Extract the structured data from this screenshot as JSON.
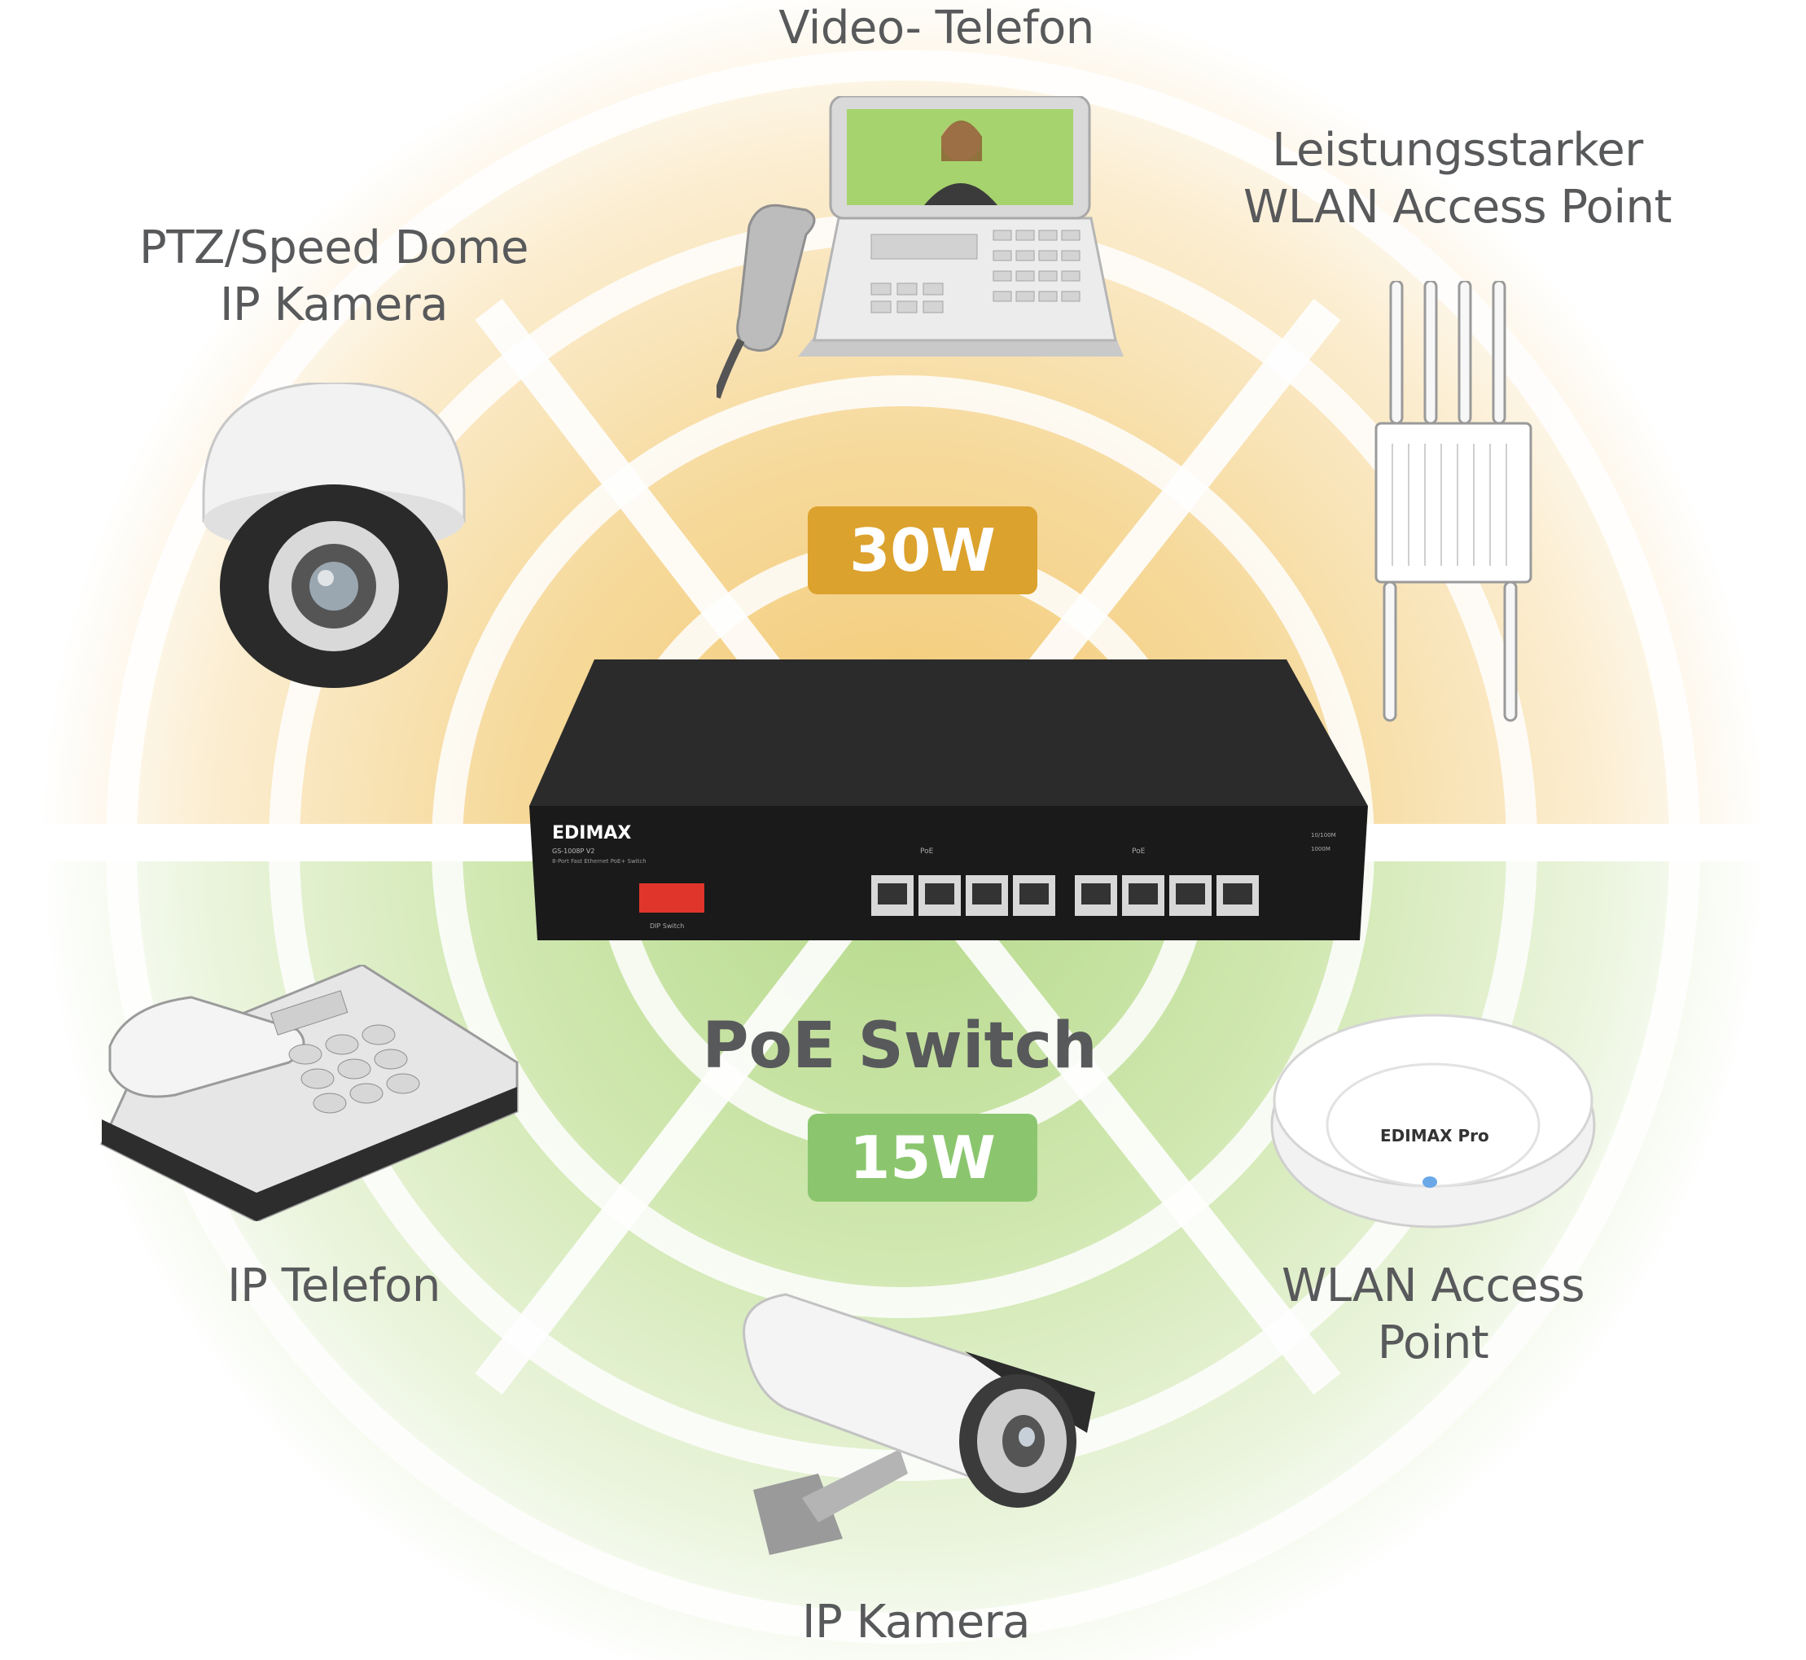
{
  "title": "PoE Switch",
  "power_high": {
    "label": "30W",
    "color": "#dca22e"
  },
  "power_low": {
    "label": "15W",
    "color": "#8bc66e"
  },
  "devices_30w": [
    {
      "name": "video-phone",
      "line1": "Video- Telefon",
      "line2": "",
      "icon": "video-phone-icon"
    },
    {
      "name": "ptz-camera",
      "line1": "PTZ/Speed Dome",
      "line2": "IP Kamera",
      "icon": "dome-camera-icon"
    },
    {
      "name": "high-power-ap",
      "line1": "Leistungsstarker",
      "line2": "WLAN Access Point",
      "icon": "outdoor-access-point-icon"
    }
  ],
  "devices_15w": [
    {
      "name": "ip-phone",
      "line1": "IP Telefon",
      "line2": "",
      "icon": "desk-phone-icon"
    },
    {
      "name": "wlan-ap",
      "line1": "WLAN Access",
      "line2": "Point",
      "icon": "ceiling-access-point-icon"
    },
    {
      "name": "ip-camera",
      "line1": "IP Kamera",
      "line2": "",
      "icon": "bullet-camera-icon"
    }
  ],
  "switch": {
    "brand": "EDIMAX",
    "model": "GS-1008P V2",
    "subtitle": "8-Port Fast Ethernet PoE+ Switch",
    "dip_label": "DIP Switch",
    "poe_group_label": "PoE",
    "led_legend_1": "10/100M",
    "led_legend_2": "1000M",
    "icon": "network-switch-icon"
  },
  "ap_brand": "EDIMAX Pro",
  "colors": {
    "text": "#58595b",
    "warm": "#f3c873",
    "green": "#b9dc8e"
  }
}
